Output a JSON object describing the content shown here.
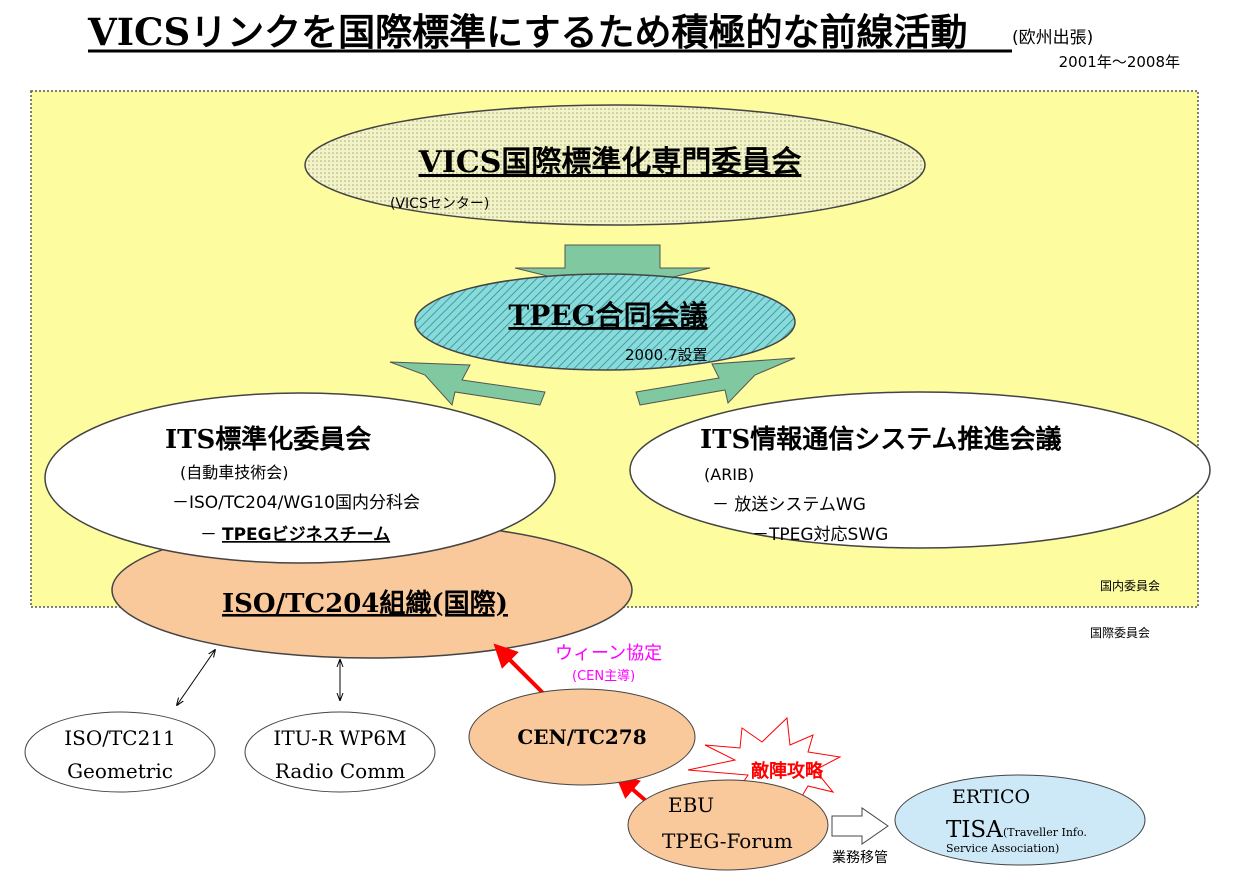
{
  "title": {
    "main": "VICSリンクを国際標準にするため積極的な前線活動",
    "suffix": "(欧州出張)",
    "period": "2001年〜2008年"
  },
  "domestic_area": {
    "label": "国内委員会",
    "fill": "#fdfc9f"
  },
  "international_label": "国際委員会",
  "nodes": {
    "vics": {
      "title": "VICS国際標準化専門委員会",
      "sub": "(VICSセンター)"
    },
    "tpeg": {
      "title": "TPEG合同会議",
      "sub": "2000.7設置"
    },
    "its_std": {
      "title": "ITS標準化委員会",
      "l1": "(自動車技術会)",
      "l2": "－ISO/TC204/WG10国内分科会",
      "l3_prefix": "－",
      "l3": "TPEGビジネスチーム"
    },
    "its_info": {
      "title": "ITS情報通信システム推進会議",
      "l1": "(ARIB)",
      "l2": "－ 放送システムWG",
      "l3": "－TPEG対応SWG"
    },
    "iso_tc204": {
      "title": "ISO/TC204組織(国際)"
    },
    "iso_tc211": {
      "l1": "ISO/TC211",
      "l2": "Geometric"
    },
    "itu": {
      "l1": "ITU-R WP6M",
      "l2": "Radio Comm"
    },
    "cen": {
      "title": "CEN/TC278"
    },
    "ebu": {
      "l1": "EBU",
      "l2": "TPEG-Forum"
    },
    "ertico": {
      "l1": "ERTICO",
      "l2": "TISA",
      "l2_sub": "(Traveller Info.",
      "l3": "Service  Association)"
    }
  },
  "annotations": {
    "vienna": "ウィーン協定",
    "vienna_sub": "(CEN主導)",
    "attack": "敵陣攻略",
    "transfer": "業務移管"
  },
  "colors": {
    "orange": "#f9c89b",
    "green_arrow": "#7fc8a0",
    "cyan": "#7fd8d8",
    "light_blue": "#cde9f8",
    "red": "#ff0000",
    "magenta": "#ff00ff"
  }
}
